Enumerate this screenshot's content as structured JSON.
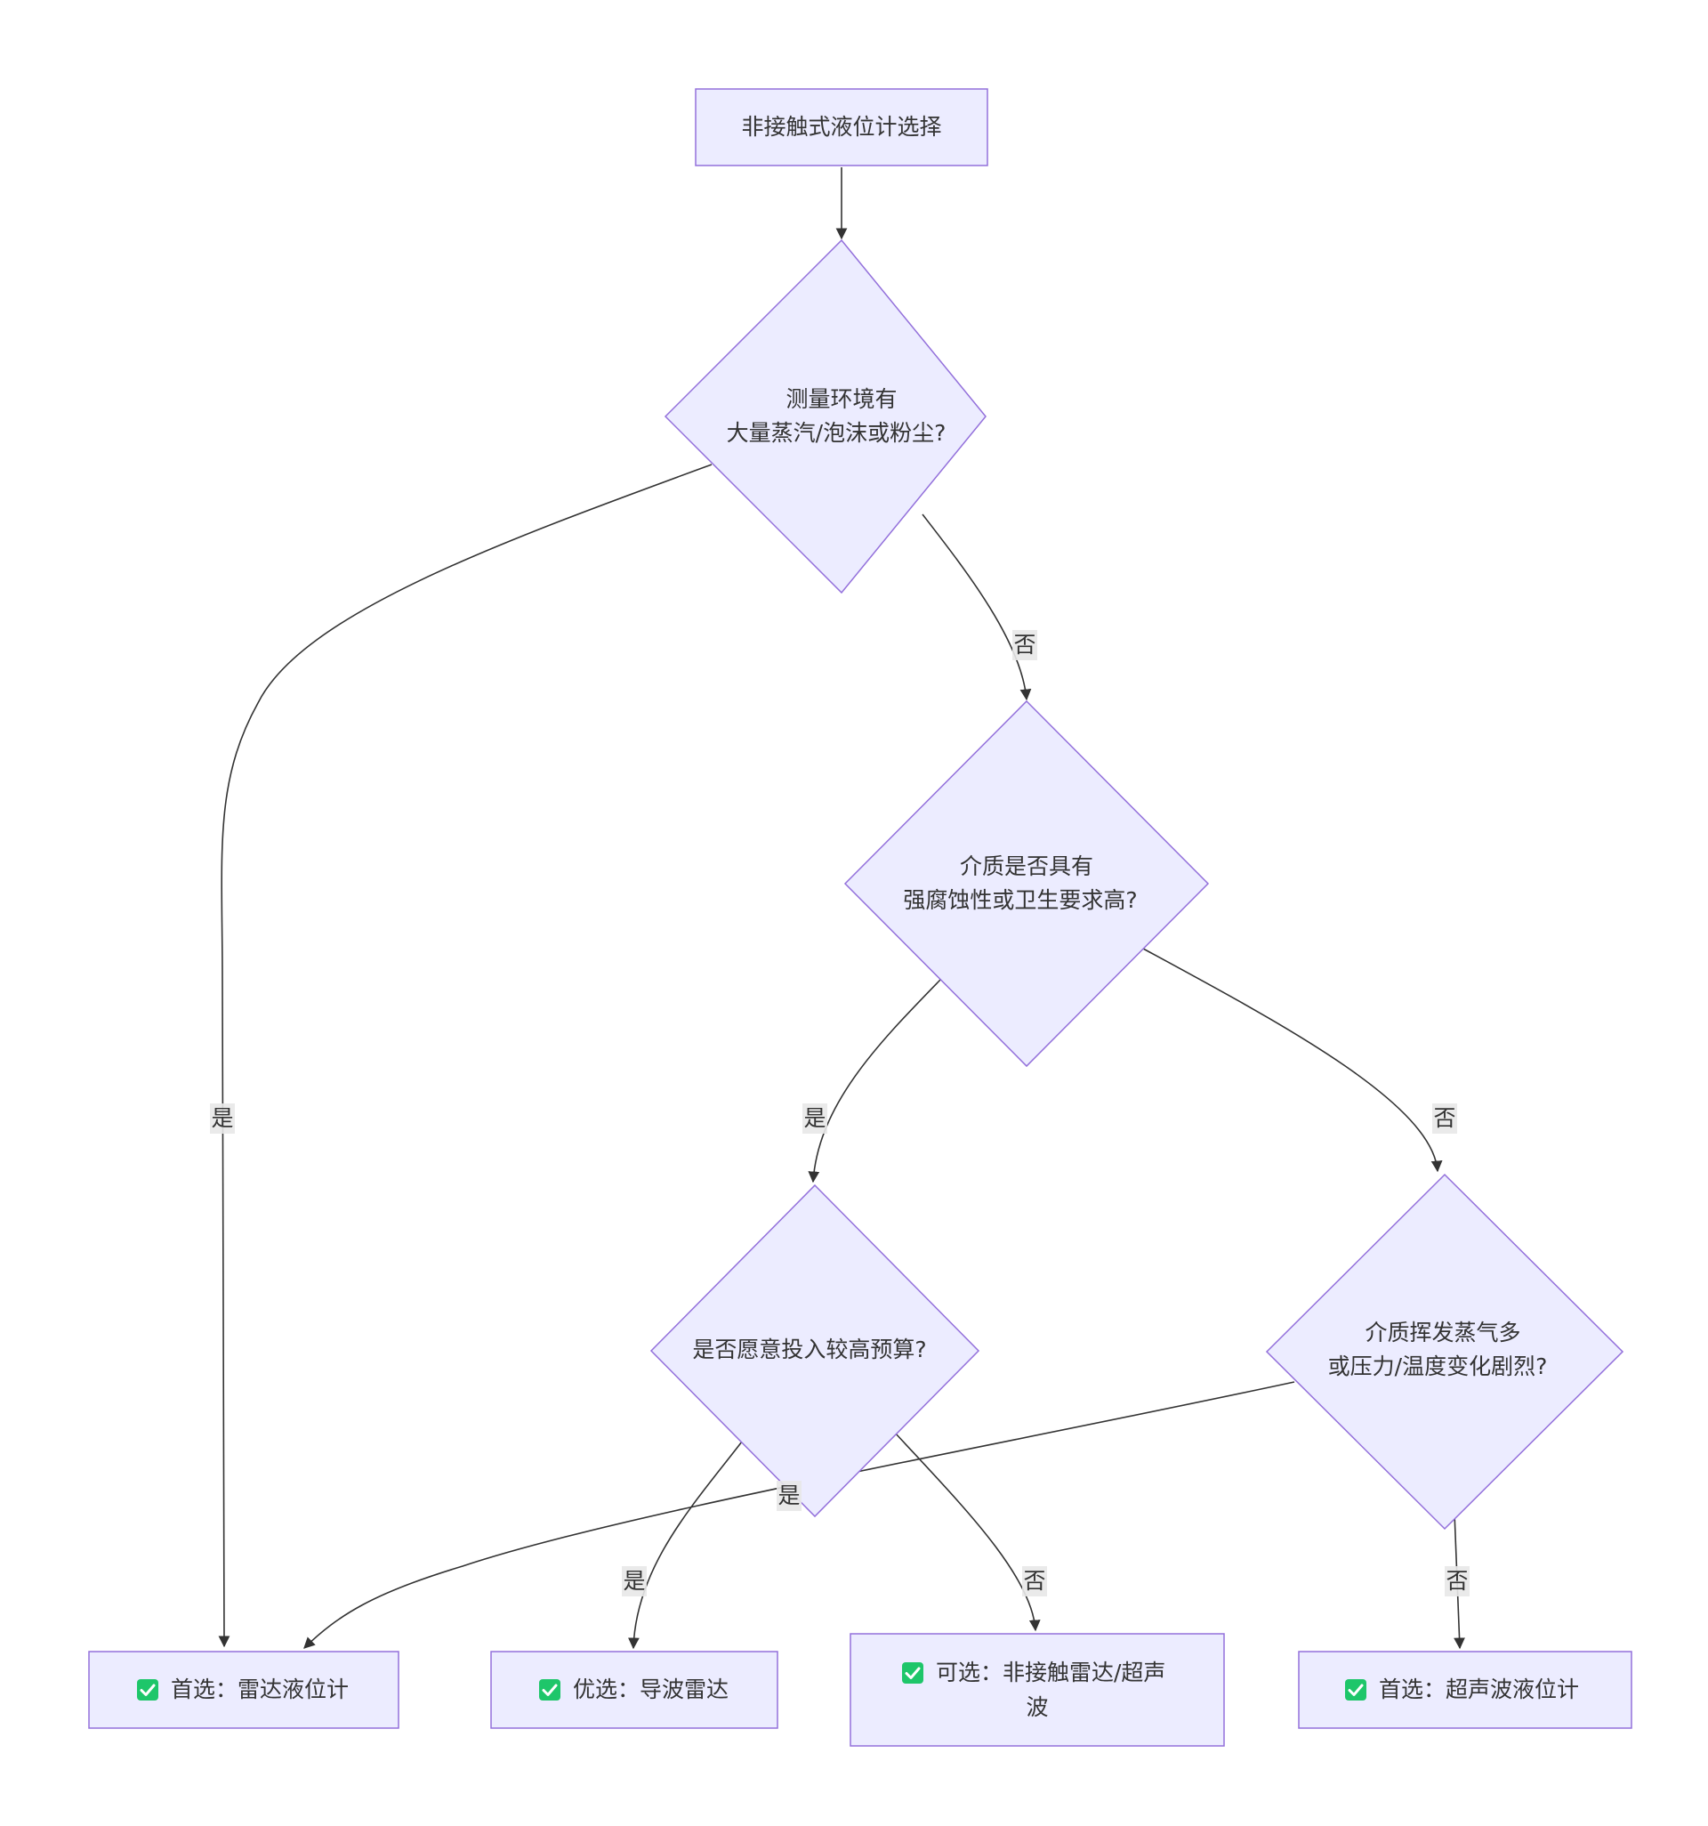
{
  "nodes": {
    "start": {
      "label": "非接触式液位计选择"
    },
    "q_env": {
      "lines": [
        "测量环境有",
        "大量蒸汽/泡沫或粉尘?"
      ]
    },
    "q_medium": {
      "lines": [
        "介质是否具有",
        "强腐蚀性或卫生要求高?"
      ]
    },
    "q_budget": {
      "lines": [
        "是否愿意投入较高预算?"
      ]
    },
    "q_volatile": {
      "lines": [
        "介质挥发蒸气多",
        "或压力/温度变化剧烈?"
      ]
    },
    "r_radar": {
      "label": "首选：雷达液位计",
      "icon": "check-mark-icon"
    },
    "r_guided": {
      "label": "优选：导波雷达",
      "icon": "check-mark-icon"
    },
    "r_optional": {
      "lines": [
        "可选：非接触雷达/超声",
        "波"
      ],
      "icon": "check-mark-icon"
    },
    "r_ultrasonic": {
      "label": "首选：超声波液位计",
      "icon": "check-mark-icon"
    }
  },
  "edges": {
    "env_yes": "是",
    "env_no": "否",
    "medium_yes": "是",
    "medium_no": "否",
    "budget_yes": "是",
    "budget_no": "否",
    "volatile_yes": "是",
    "volatile_no": "否"
  },
  "colors": {
    "node_fill": "#ececff",
    "node_stroke": "#9370db",
    "edge": "#333333",
    "check_icon": "#1ec66a"
  }
}
